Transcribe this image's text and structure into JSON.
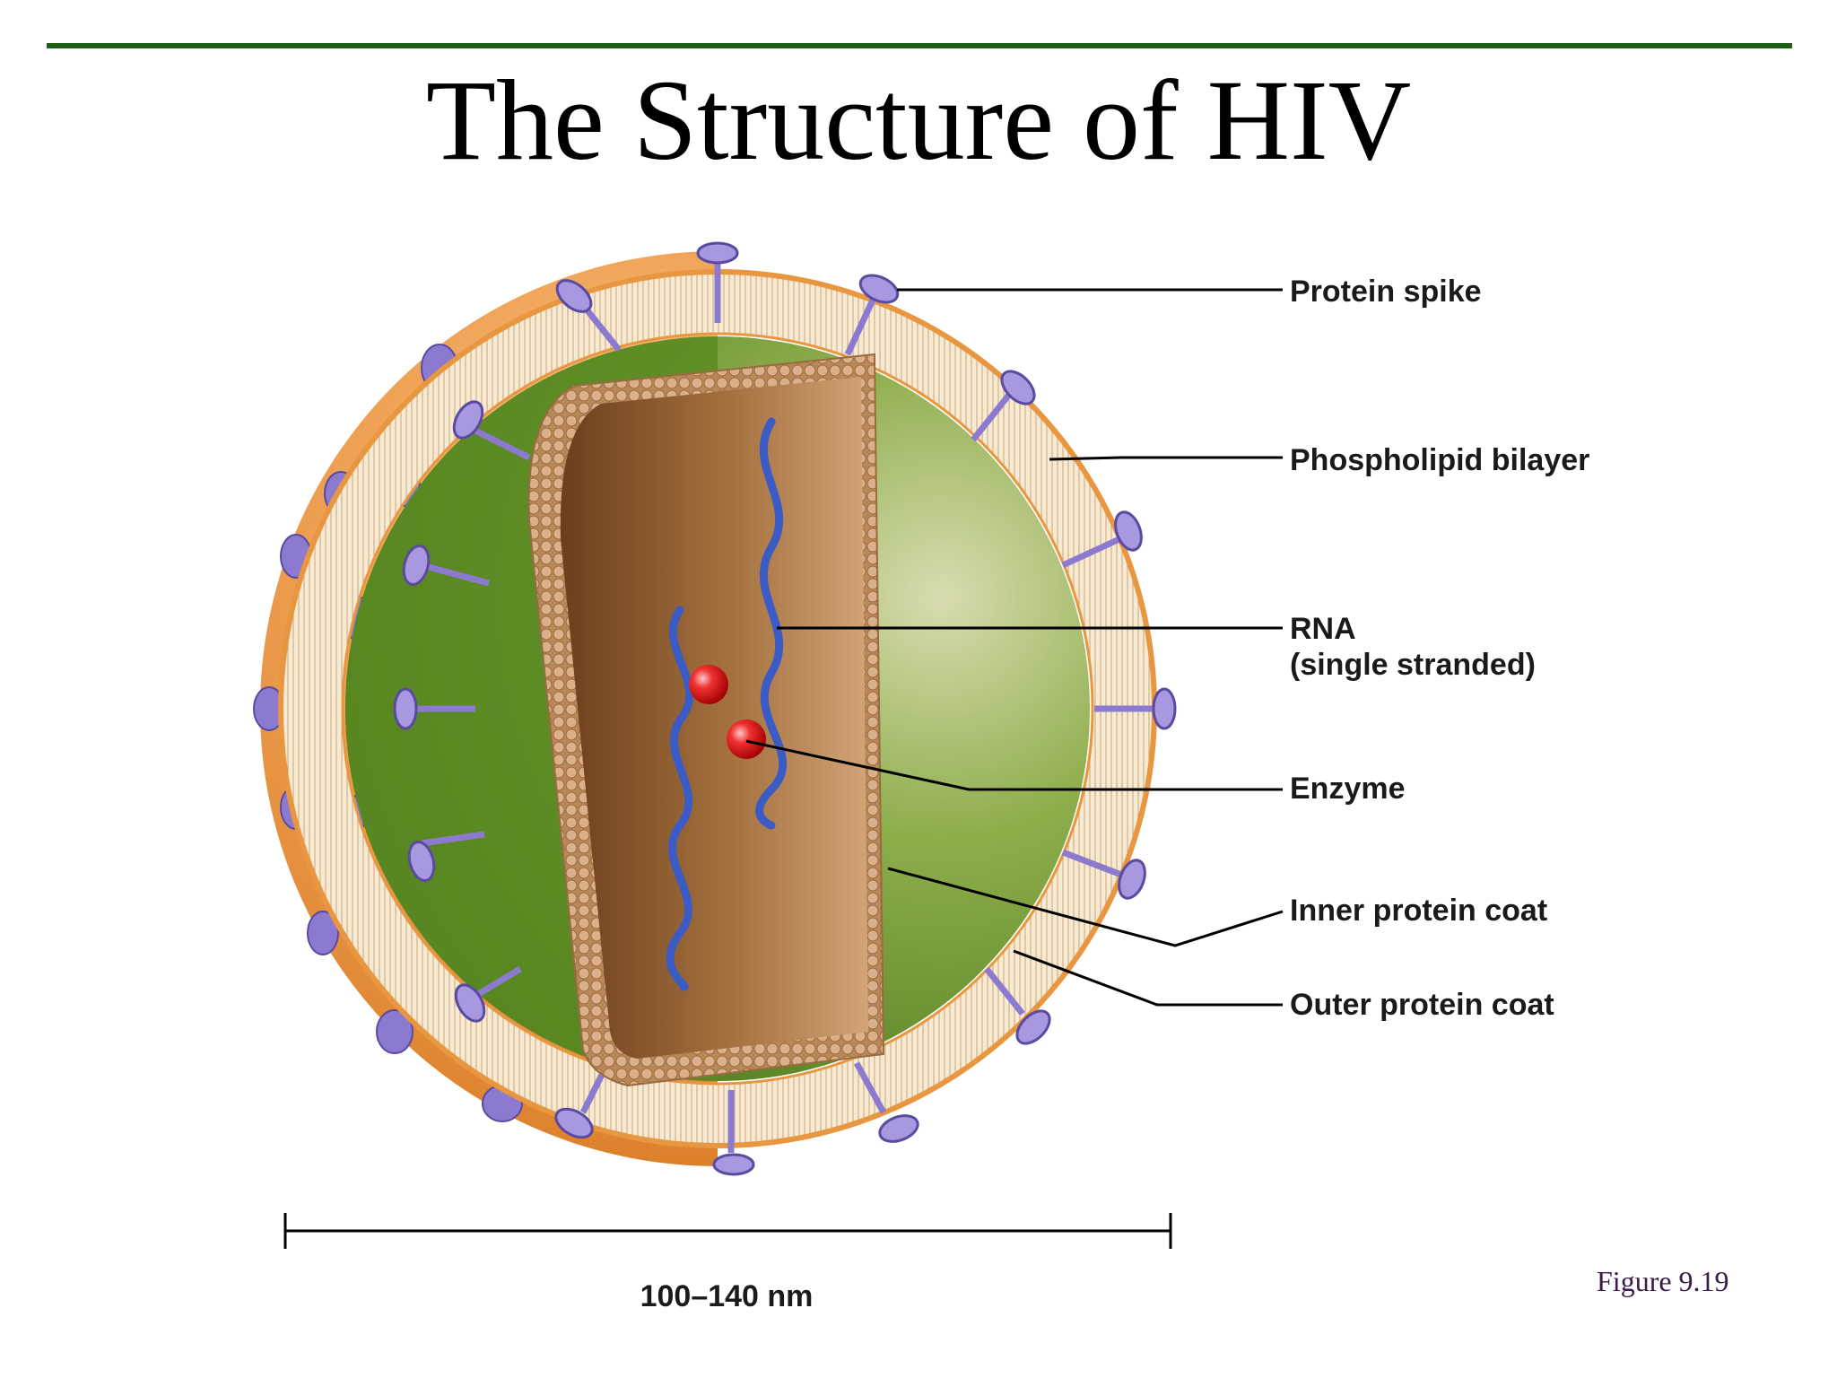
{
  "title": "The Structure of HIV",
  "figure_number": "Figure 9.19",
  "scale_label": "100–140 nm",
  "labels": {
    "protein_spike": "Protein spike",
    "phospholipid_bilayer": "Phospholipid bilayer",
    "rna_line1": "RNA",
    "rna_line2": "(single stranded)",
    "enzyme": "Enzyme",
    "inner_protein_coat": "Inner protein coat",
    "outer_protein_coat": "Outer protein coat"
  },
  "colors": {
    "title_rule": "#1f5f17",
    "outer_shell": "#e89640",
    "protein_spike": "#8c7ad0",
    "bilayer": "#f5e6cc",
    "outer_coat": "#6e9a2e",
    "core": "#8a5a30",
    "rna": "#3b5cc4",
    "enzyme": "#e02020"
  }
}
